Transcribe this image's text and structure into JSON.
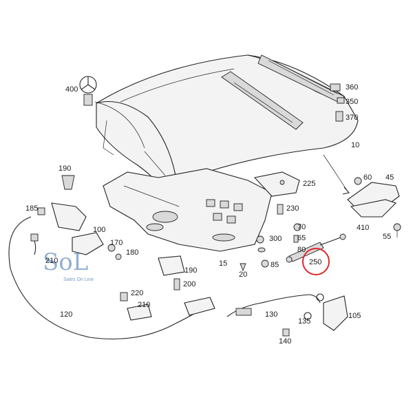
{
  "logo": {
    "brand": "SoL",
    "tagline": "Sales On Line"
  },
  "highlight_color": "#e0272a",
  "labels": {
    "p400": "400",
    "p360": "360",
    "p350": "350",
    "p370": "370",
    "p10": "10",
    "p190a": "190",
    "p60": "60",
    "p45": "45",
    "p225": "225",
    "p185": "185",
    "p230": "230",
    "p100": "100",
    "p70": "70",
    "p410": "410",
    "p170": "170",
    "p65": "65",
    "p300": "300",
    "p80": "80",
    "p55": "55",
    "p210a": "210",
    "p180": "180",
    "p250": "250",
    "p15": "15",
    "p85": "85",
    "p190b": "190",
    "p20": "20",
    "p200": "200",
    "p220": "220",
    "p210b": "210",
    "p120": "120",
    "p130": "130",
    "p105": "105",
    "p135": "135",
    "p140": "140"
  },
  "highlighted_part": "250"
}
